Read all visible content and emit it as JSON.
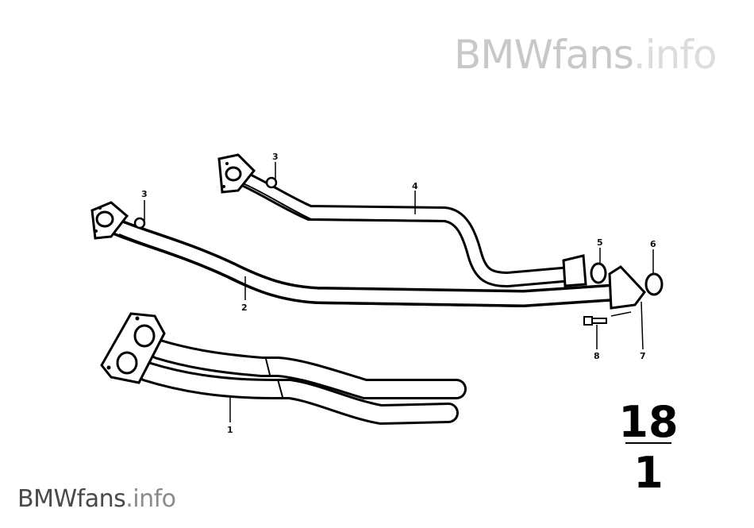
{
  "watermark": {
    "brand": "BMWfans",
    "suffix": ".info",
    "brand_color": "#c8c8c8",
    "suffix_color": "#dcdcdc",
    "footer_brand_color": "#4a4a4a",
    "footer_suffix_color": "#8a8a8a"
  },
  "callouts": {
    "p1": "1",
    "p2": "2",
    "p3a": "3",
    "p3b": "3",
    "p4": "4",
    "p5": "5",
    "p6": "6",
    "p7": "7",
    "p8": "8"
  },
  "page_ref": {
    "group": "18",
    "sheet": "1"
  },
  "colors": {
    "line": "#000000",
    "pipe_fill": "#ffffff"
  }
}
